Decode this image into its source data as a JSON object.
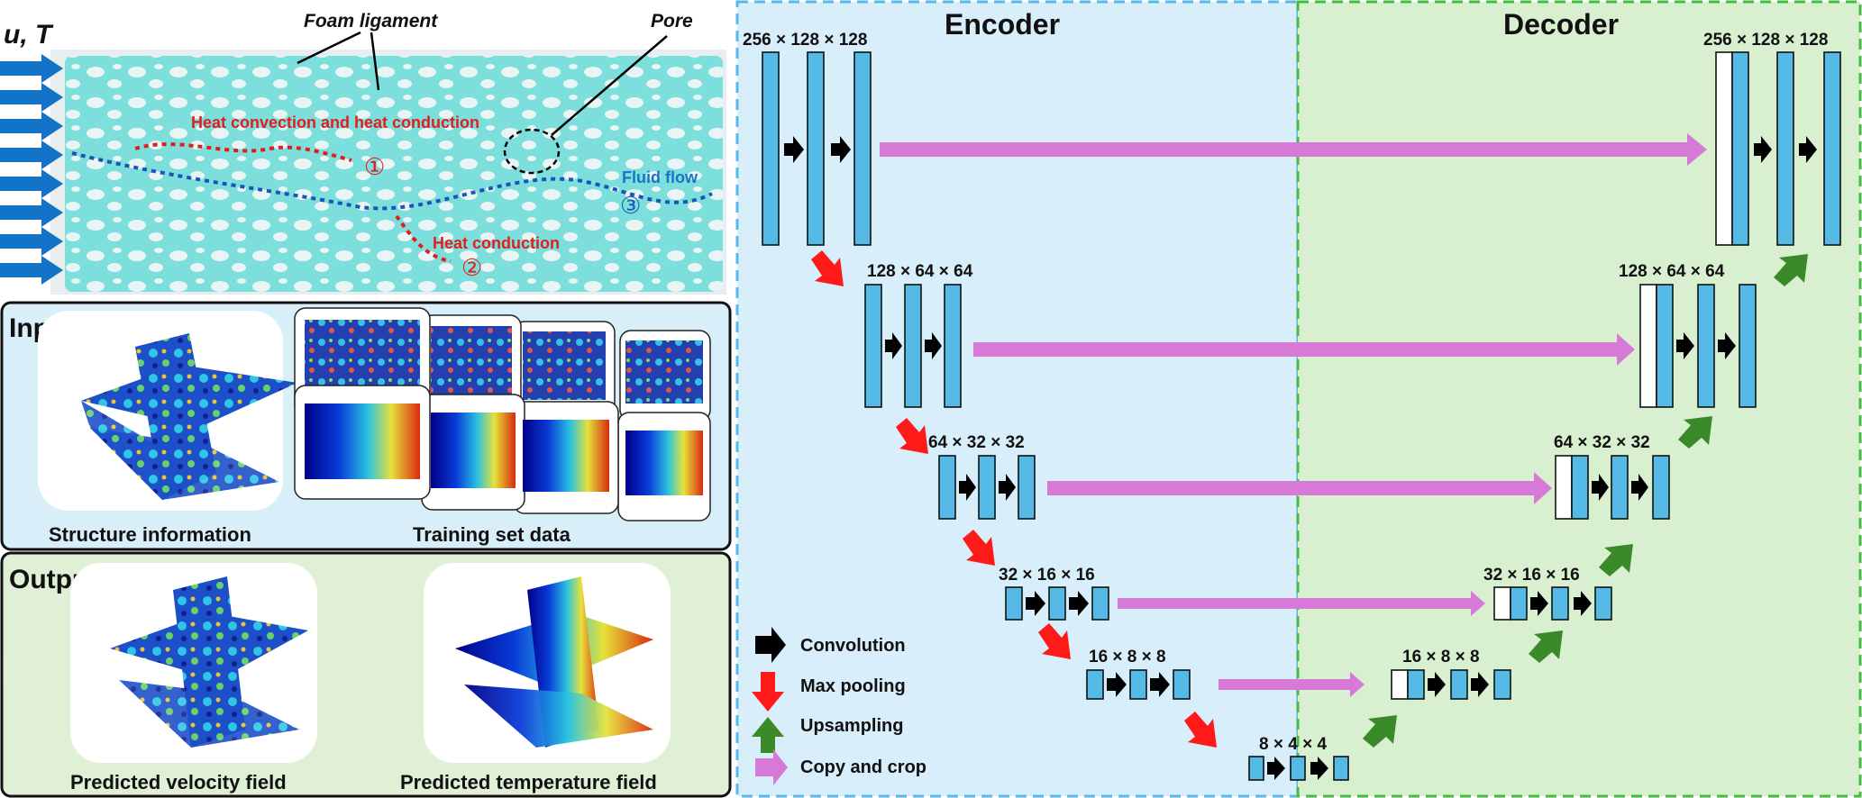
{
  "header": {
    "inlet_label": "u, T",
    "foam_ligament": "Foam ligament",
    "pore": "Pore",
    "heat_conv": "Heat convection and heat conduction",
    "heat_cond": "Heat conduction",
    "fluid_flow": "Fluid flow",
    "marker1": "①",
    "marker2": "②",
    "marker3": "③"
  },
  "input_panel": {
    "title": "Input",
    "structure_caption": "Structure information",
    "training_caption": "Training set data"
  },
  "output_panel": {
    "title": "Output",
    "velocity_caption": "Predicted velocity field",
    "temperature_caption": "Predicted temperature field"
  },
  "network": {
    "encoder_title": "Encoder",
    "decoder_title": "Decoder",
    "levels": [
      "256 × 128 × 128",
      "128 × 64 × 64",
      "64 × 32 × 32",
      "32 × 16 × 16",
      "16 × 8 × 8",
      "8 × 4 × 4"
    ],
    "decoder_levels": [
      "256 × 128 × 128",
      "128 × 64 × 64",
      "64 × 32 × 32",
      "32 × 16 × 16",
      "16 × 8 × 8"
    ]
  },
  "legend": {
    "items": [
      {
        "label": "Convolution",
        "color": "#000000"
      },
      {
        "label": "Max pooling",
        "color": "#ff0000"
      },
      {
        "label": "Upsampling",
        "color": "#3a8a2a"
      },
      {
        "label": "Copy and crop",
        "color": "#d77ad7"
      }
    ]
  },
  "colors": {
    "encoder_bg": "#d8eefa",
    "decoder_bg": "#d8f0d0",
    "block": "#55bbe6",
    "input_bg": "#d8eef9",
    "output_bg": "#dff0d6",
    "foam": "#8fe8e6"
  }
}
